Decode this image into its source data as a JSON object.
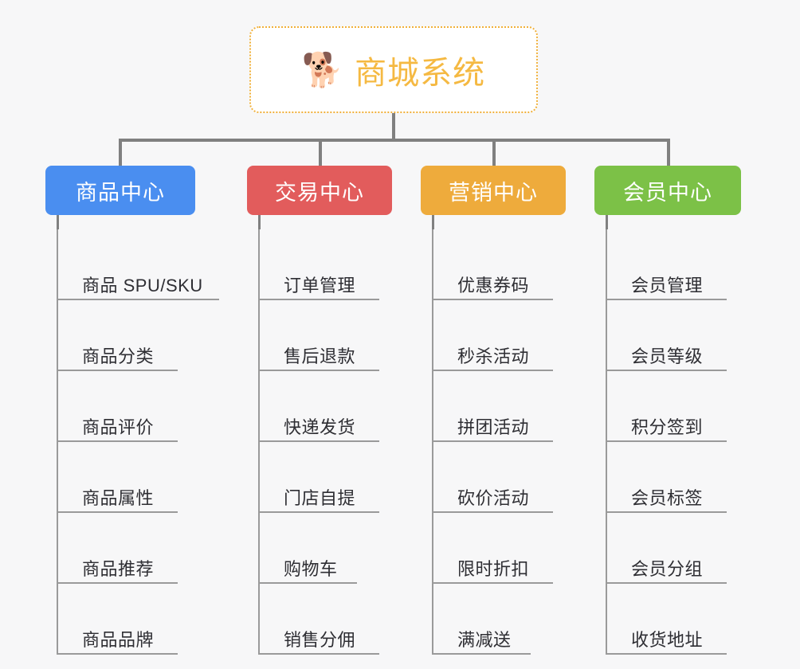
{
  "diagram": {
    "title": "商城系统",
    "root": {
      "icon": "shiba-dog-face-emoji",
      "icon_glyph": "🐕",
      "label": "商城系统",
      "text_color": "#f5b942",
      "border_color": "#f0b03a",
      "background": "#ffffff"
    },
    "background_color": "#f7f7f8",
    "connector_color": "#808080",
    "leaf_text_color": "#2e2e33",
    "branches": [
      {
        "label": "商品中心",
        "color": "#4a8ef0",
        "items": [
          "商品 SPU/SKU",
          "商品分类",
          "商品评价",
          "商品属性",
          "商品推荐",
          "商品品牌"
        ]
      },
      {
        "label": "交易中心",
        "color": "#e25c5c",
        "items": [
          "订单管理",
          "售后退款",
          "快递发货",
          "门店自提",
          "购物车",
          "销售分佣"
        ]
      },
      {
        "label": "营销中心",
        "color": "#eeab3c",
        "items": [
          "优惠券码",
          "秒杀活动",
          "拼团活动",
          "砍价活动",
          "限时折扣",
          "满减送"
        ]
      },
      {
        "label": "会员中心",
        "color": "#7cc147",
        "items": [
          "会员管理",
          "会员等级",
          "积分签到",
          "会员标签",
          "会员分组",
          "收货地址"
        ]
      }
    ]
  }
}
